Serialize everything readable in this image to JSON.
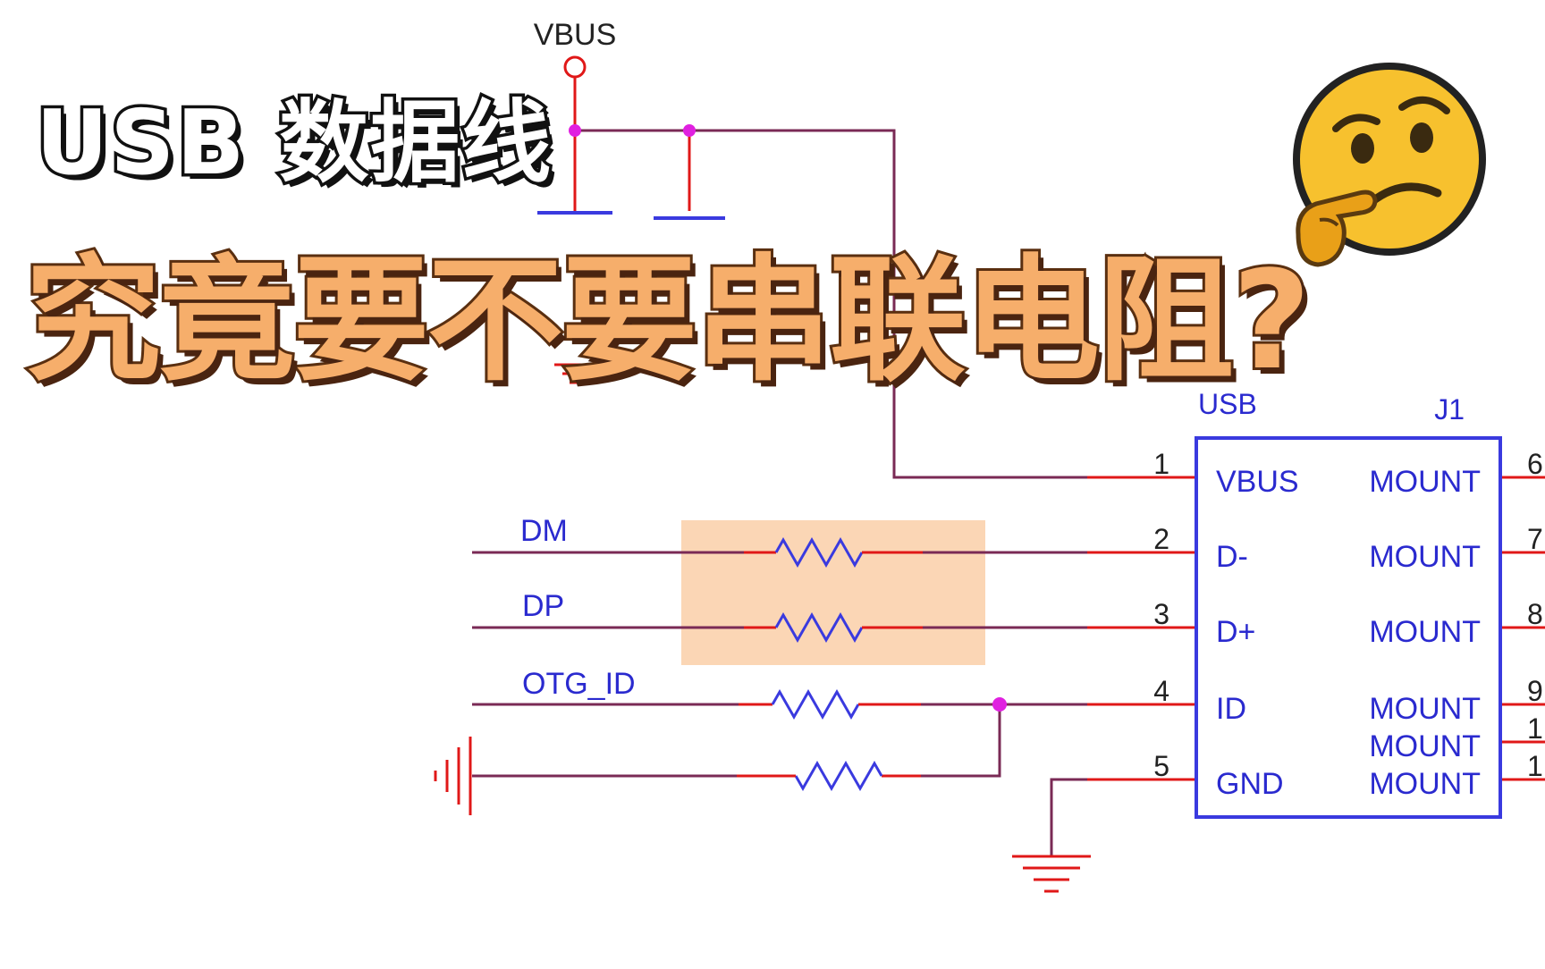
{
  "overlay": {
    "title_line1": "USB 数据线",
    "title_line2": "究竟要不要串联电阻?"
  },
  "emoji": "thinking-face-icon",
  "schematic": {
    "top_power_label": "VBUS",
    "connector": {
      "type_label": "USB",
      "designator": "J1",
      "left_pins": [
        {
          "num": "1",
          "name": "VBUS"
        },
        {
          "num": "2",
          "name": "D-"
        },
        {
          "num": "3",
          "name": "D+"
        },
        {
          "num": "4",
          "name": "ID"
        },
        {
          "num": "5",
          "name": "GND"
        }
      ],
      "right_pins": [
        {
          "num": "6",
          "name": "MOUNT"
        },
        {
          "num": "7",
          "name": "MOUNT"
        },
        {
          "num": "8",
          "name": "MOUNT"
        },
        {
          "num": "9",
          "name": "MOUNT"
        },
        {
          "num": "1",
          "name": "MOUNT"
        },
        {
          "num": "1",
          "name": "MOUNT"
        }
      ]
    },
    "net_labels": {
      "dm": "DM",
      "dp": "DP",
      "otg_id": "OTG_ID"
    }
  },
  "colors": {
    "wire": "#7a2a55",
    "pin": "#e01818",
    "component": "#3a3adf",
    "junction": "#e020e0",
    "highlight": "#fbd6b5",
    "title_fill": "#f6ae6b"
  }
}
